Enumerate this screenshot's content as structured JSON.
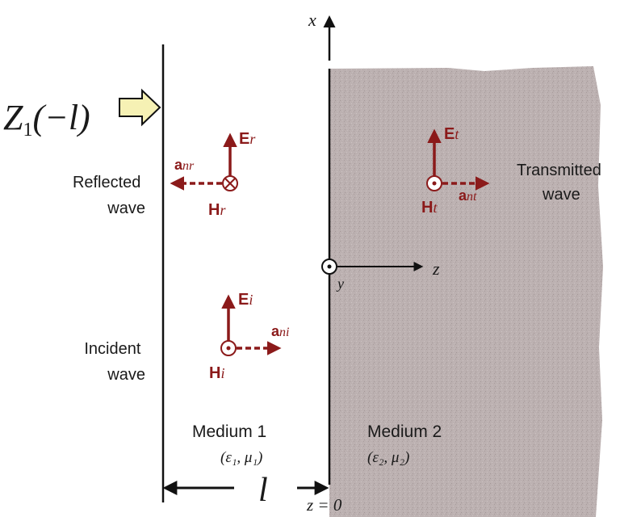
{
  "colors": {
    "field": "#8b1a1a",
    "medium2": "#b9aeae",
    "arrow_fill": "#f6f1b4",
    "line": "#111111"
  },
  "icons": {
    "outward": "dot-in-circle",
    "inward": "cross-in-circle"
  },
  "impedance": {
    "symbol": "Z",
    "sub": "1",
    "arg": "(−l)"
  },
  "axes": {
    "x": "x",
    "z": "z",
    "y": "y"
  },
  "reflected": {
    "label_line1": "Reflected",
    "label_line2": "wave",
    "e": "E",
    "e_sub": "r",
    "h": "H",
    "h_sub": "r",
    "a": "a",
    "a_sub": "nr"
  },
  "incident": {
    "label_line1": "Incident",
    "label_line2": "wave",
    "e": "E",
    "e_sub": "i",
    "h": "H",
    "h_sub": "i",
    "a": "a",
    "a_sub": "ni"
  },
  "transmitted": {
    "label_line1": "Transmitted",
    "label_line2": "wave",
    "e": "E",
    "e_sub": "t",
    "h": "H",
    "h_sub": "t",
    "a": "a",
    "a_sub": "nt"
  },
  "medium1": {
    "name": "Medium 1",
    "params": "(ε₁, μ₁)"
  },
  "medium2": {
    "name": "Medium 2",
    "params": "(ε₂, μ₂)"
  },
  "distance": {
    "symbol": "l",
    "boundary": "z = 0"
  }
}
